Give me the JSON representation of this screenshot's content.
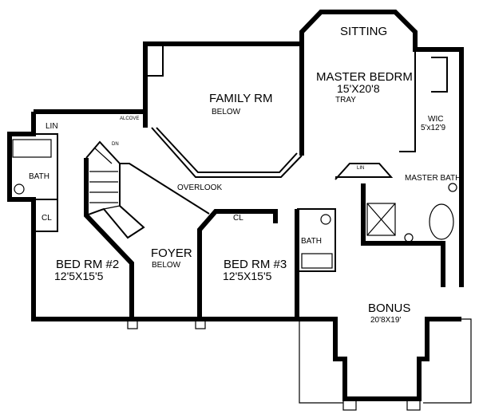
{
  "plan": {
    "rooms": {
      "sitting": "SITTING",
      "master_bedrm": "MASTER BEDRM",
      "master_bedrm_dim": "15'X20'8",
      "master_bedrm_note": "TRAY",
      "family_rm": "FAMILY RM",
      "family_rm_note": "BELOW",
      "wic": "WIC",
      "wic_dim": "5'x12'9",
      "master_bath": "MASTER BATH",
      "lin_master": "LIN",
      "lin_hall": "LIN",
      "alcove": "ALCOVE",
      "dn": "DN",
      "bath_left": "BATH",
      "cl_left": "CL",
      "overlook": "OVERLOOK",
      "bed2": "BED RM #2",
      "bed2_dim": "12'5X15'5",
      "foyer": "FOYER",
      "foyer_note": "BELOW",
      "cl_bed3": "CL",
      "bed3": "BED RM #3",
      "bed3_dim": "12'5X15'5",
      "bath_mid": "BATH",
      "bonus": "BONUS",
      "bonus_dim": "20'8X19'"
    }
  }
}
